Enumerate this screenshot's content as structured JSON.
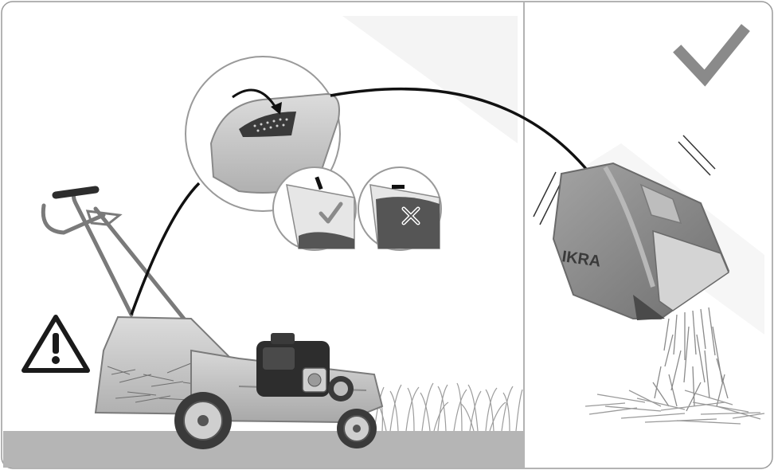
{
  "brand_text": "IKRA",
  "icons": {
    "warning": "warning-triangle-icon",
    "check_large": "check-mark-icon",
    "check_small": "small-check-icon",
    "cross_small": "small-cross-icon",
    "arrow_curve": "curved-arrow-icon"
  },
  "colors": {
    "frame": "#9a9a9a",
    "ground": "#b5b5b5",
    "check": "#8a8a8a",
    "mower_body": "#c8c8c8",
    "engine": "#2d2d2d",
    "bag": "#8f8f8f",
    "fill_indicator": "#555555"
  },
  "panels": {
    "left": "mower-scene",
    "right": "emptying-scene"
  }
}
